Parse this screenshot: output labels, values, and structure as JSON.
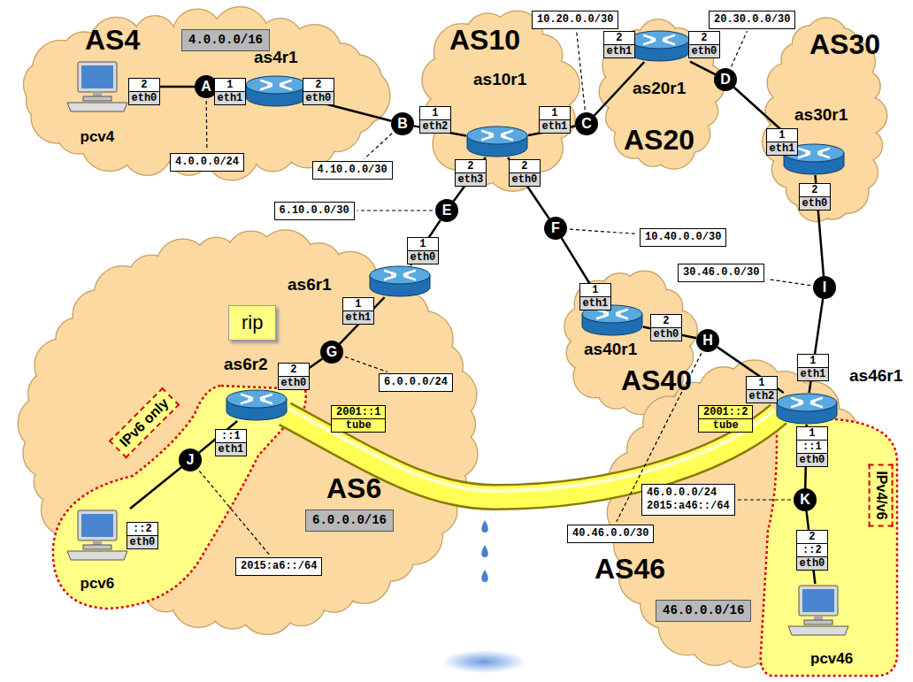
{
  "diagram": {
    "nodes": [
      {
        "text": [
          "AS4"
        ]
      },
      {
        "text": [
          "4.0.0.0/16"
        ],
        "in": 0
      },
      {
        "text": [
          "pcv4"
        ],
        "in": 0
      },
      {
        "text": [
          "2",
          "eth0"
        ],
        "in": 0
      },
      {
        "text": [
          "A"
        ],
        "in": 0
      },
      {
        "text": [
          "4.0.0.0/24"
        ],
        "in": 0
      },
      {
        "text": [
          "as4r1"
        ],
        "in": 0
      },
      {
        "text": [
          "1",
          "eth1"
        ],
        "in": 0
      },
      {
        "text": [
          "2",
          "eth0"
        ],
        "in": 0
      },
      {
        "text": [
          "B"
        ]
      },
      {
        "text": [
          "4.10.0.0/30"
        ]
      },
      {
        "text": [
          "AS10"
        ]
      },
      {
        "text": [
          "as10r1"
        ],
        "in": 11
      },
      {
        "text": [
          "1",
          "eth2"
        ],
        "in": 11
      },
      {
        "text": [
          "1",
          "eth1"
        ],
        "in": 11
      },
      {
        "text": [
          "2",
          "eth3"
        ],
        "in": 11
      },
      {
        "text": [
          "2",
          "eth0"
        ],
        "in": 11
      },
      {
        "text": [
          "C"
        ]
      },
      {
        "text": [
          "10.20.0.0/30"
        ]
      },
      {
        "text": [
          "AS20"
        ]
      },
      {
        "text": [
          "as20r1"
        ],
        "in": 19
      },
      {
        "text": [
          "2",
          "eth1"
        ],
        "in": 19
      },
      {
        "text": [
          "2",
          "eth0"
        ],
        "in": 19
      },
      {
        "text": [
          "D"
        ]
      },
      {
        "text": [
          "20.30.0.0/30"
        ]
      },
      {
        "text": [
          "AS30"
        ]
      },
      {
        "text": [
          "as30r1"
        ],
        "in": 25
      },
      {
        "text": [
          "1",
          "eth1"
        ],
        "in": 25
      },
      {
        "text": [
          "2",
          "eth0"
        ],
        "in": 25
      },
      {
        "text": [
          "E"
        ]
      },
      {
        "text": [
          "6.10.0.0/30"
        ]
      },
      {
        "text": [
          "F"
        ]
      },
      {
        "text": [
          "10.40.0.0/30"
        ]
      },
      {
        "text": [
          "I"
        ]
      },
      {
        "text": [
          "30.46.0.0/30"
        ]
      },
      {
        "text": [
          "AS6"
        ]
      },
      {
        "text": [
          "6.0.0.0/16"
        ],
        "in": 35
      },
      {
        "text": [
          "rip"
        ],
        "in": 35
      },
      {
        "text": [
          "as6r1"
        ],
        "in": 35
      },
      {
        "text": [
          "1",
          "eth0"
        ],
        "in": 35
      },
      {
        "text": [
          "1",
          "eth1"
        ],
        "in": 35
      },
      {
        "text": [
          "G"
        ],
        "in": 35
      },
      {
        "text": [
          "6.0.0.0/24"
        ],
        "in": 35
      },
      {
        "text": [
          "as6r2"
        ],
        "in": 35
      },
      {
        "text": [
          "2",
          "eth0"
        ],
        "in": 35
      },
      {
        "text": [
          "::1",
          "eth1"
        ],
        "in": 35
      },
      {
        "text": [
          "IPv6 only"
        ],
        "in": 35
      },
      {
        "text": [
          "J"
        ],
        "in": 35
      },
      {
        "text": [
          "pcv6"
        ],
        "in": 35
      },
      {
        "text": [
          "::2",
          "eth0"
        ],
        "in": 35
      },
      {
        "text": [
          "2015:a6::/64"
        ],
        "in": 35
      },
      {
        "text": [
          "2001::1",
          "tube"
        ],
        "in": 35
      },
      {
        "text": [
          "AS40"
        ]
      },
      {
        "text": [
          "as40r1"
        ],
        "in": 52
      },
      {
        "text": [
          "1",
          "eth1"
        ],
        "in": 52
      },
      {
        "text": [
          "2",
          "eth0"
        ],
        "in": 52
      },
      {
        "text": [
          "H"
        ]
      },
      {
        "text": [
          "40.46.0.0/30"
        ]
      },
      {
        "text": [
          "AS46"
        ]
      },
      {
        "text": [
          "46.0.0.0/16"
        ],
        "in": 58
      },
      {
        "text": [
          "as46r1"
        ],
        "in": 58
      },
      {
        "text": [
          "1",
          "eth2"
        ],
        "in": 58
      },
      {
        "text": [
          "1",
          "eth1"
        ],
        "in": 58
      },
      {
        "text": [
          "1",
          "::1",
          "eth0"
        ],
        "in": 58
      },
      {
        "text": [
          "2001::2",
          "tube"
        ],
        "in": 58
      },
      {
        "text": [
          "K"
        ],
        "in": 58
      },
      {
        "text": [
          "46.0.0.0/24",
          "2015:a46::/64"
        ],
        "in": 58
      },
      {
        "text": [
          "IPv4/v6"
        ],
        "in": 58
      },
      {
        "text": [
          "pcv46"
        ],
        "in": 58
      },
      {
        "text": [
          "2",
          "::2",
          "eth0"
        ],
        "in": 58
      }
    ],
    "edges": [
      {
        "from": 2,
        "to": 4,
        "arrow": "none"
      },
      {
        "from": 4,
        "to": 6,
        "arrow": "none"
      },
      {
        "from": 6,
        "to": 9,
        "arrow": "none"
      },
      {
        "from": 9,
        "to": 12,
        "arrow": "none"
      },
      {
        "from": 12,
        "to": 17,
        "arrow": "none"
      },
      {
        "from": 17,
        "to": 20,
        "arrow": "none"
      },
      {
        "from": 20,
        "to": 23,
        "arrow": "none"
      },
      {
        "from": 23,
        "to": 26,
        "arrow": "none"
      },
      {
        "from": 12,
        "to": 29,
        "arrow": "none"
      },
      {
        "from": 29,
        "to": 38,
        "arrow": "none"
      },
      {
        "from": 12,
        "to": 31,
        "arrow": "none"
      },
      {
        "from": 31,
        "to": 53,
        "arrow": "none"
      },
      {
        "from": 26,
        "to": 33,
        "arrow": "none"
      },
      {
        "from": 33,
        "to": 60,
        "arrow": "none"
      },
      {
        "from": 38,
        "to": 41,
        "arrow": "none"
      },
      {
        "from": 41,
        "to": 43,
        "arrow": "none"
      },
      {
        "from": 43,
        "to": 47,
        "arrow": "none"
      },
      {
        "from": 47,
        "to": 48,
        "arrow": "none"
      },
      {
        "from": 53,
        "to": 56,
        "arrow": "none"
      },
      {
        "from": 56,
        "to": 60,
        "arrow": "none"
      },
      {
        "from": 60,
        "to": 65,
        "arrow": "none"
      },
      {
        "from": 65,
        "to": 68,
        "arrow": "none"
      },
      {
        "from": 4,
        "to": 5,
        "arrow": "none"
      },
      {
        "from": 9,
        "to": 10,
        "arrow": "none"
      },
      {
        "from": 17,
        "to": 18,
        "arrow": "none"
      },
      {
        "from": 23,
        "to": 24,
        "arrow": "none"
      },
      {
        "from": 29,
        "to": 30,
        "arrow": "none"
      },
      {
        "from": 31,
        "to": 32,
        "arrow": "none"
      },
      {
        "from": 33,
        "to": 34,
        "arrow": "none"
      },
      {
        "from": 41,
        "to": 42,
        "arrow": "none"
      },
      {
        "from": 47,
        "to": 50,
        "arrow": "none"
      },
      {
        "from": 56,
        "to": 57,
        "arrow": "none"
      },
      {
        "from": 65,
        "to": 66,
        "arrow": "none"
      }
    ]
  }
}
